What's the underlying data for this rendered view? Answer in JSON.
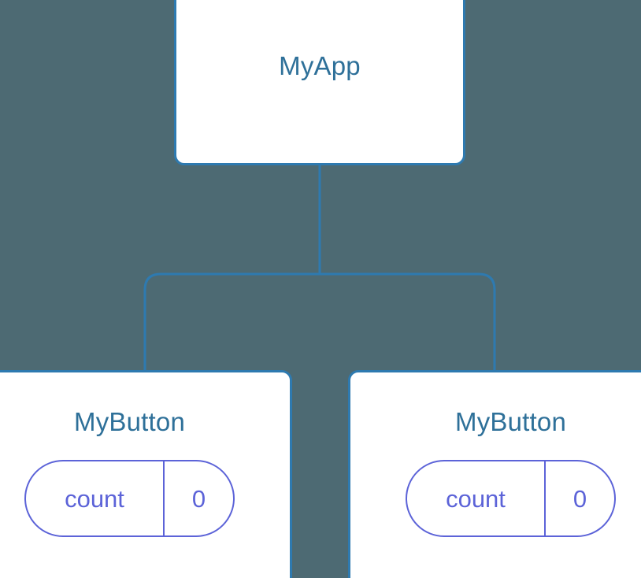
{
  "canvas": {
    "background_color": "#4d6a73",
    "node_fill": "#ffffff",
    "node_border_color": "#2e7ab0",
    "node_text_color": "#2e7099",
    "link_color": "#2e7ab0",
    "pill_color": "#5c63d8"
  },
  "tree": {
    "root": {
      "label": "MyApp"
    },
    "children": [
      {
        "label": "MyButton",
        "state": {
          "key": "count",
          "value": "0"
        }
      },
      {
        "label": "MyButton",
        "state": {
          "key": "count",
          "value": "0"
        }
      }
    ]
  }
}
